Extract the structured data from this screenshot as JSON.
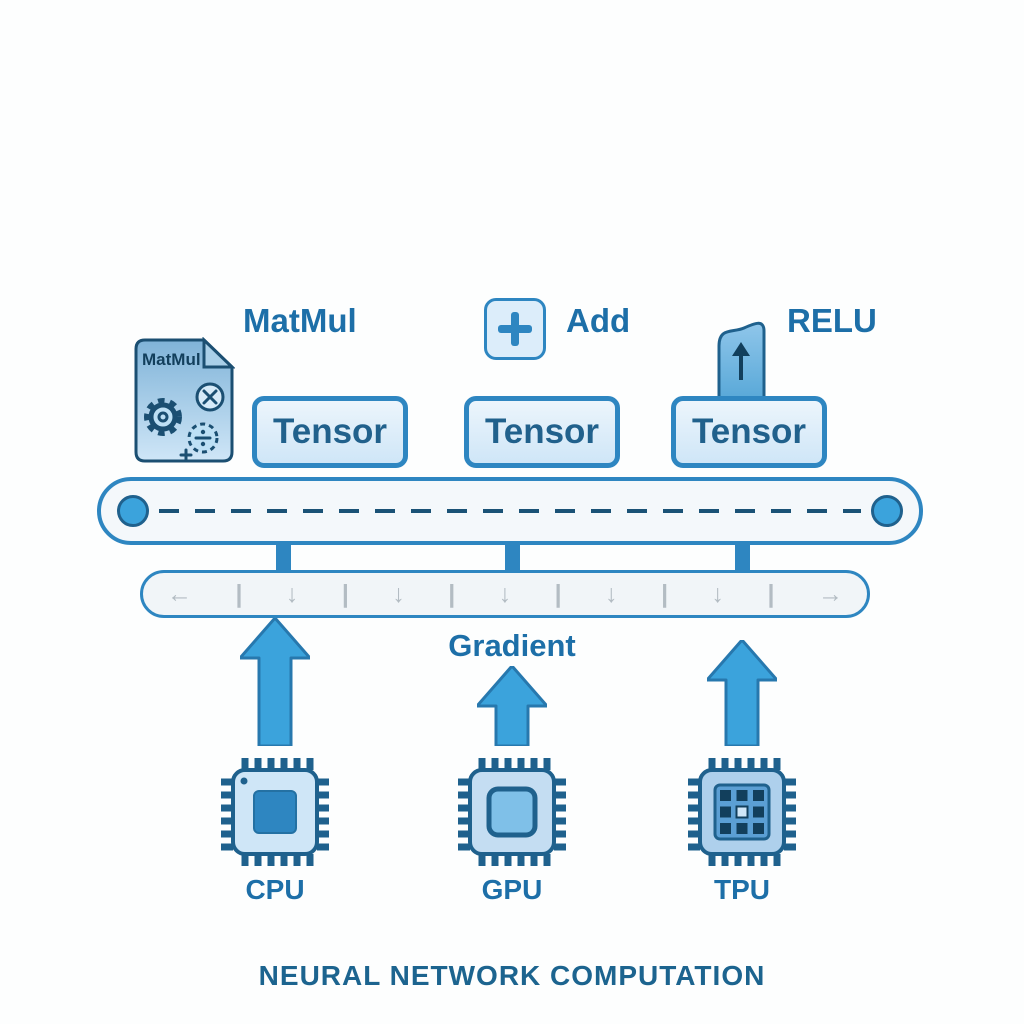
{
  "title": "NEURAL NETWORK COMPUTATION",
  "operations": {
    "matmul_label": "MatMul",
    "matmul_icon_text": "MatMul",
    "add_label": "Add",
    "relu_label": "RELU"
  },
  "tensor_labels": [
    "Tensor",
    "Tensor",
    "Tensor"
  ],
  "gradient_label": "Gradient",
  "track_symbols": [
    "←",
    "|",
    "↓",
    "|",
    "↓",
    "|",
    "↓",
    "|",
    "↓",
    "|",
    "↓",
    "|",
    "→"
  ],
  "processors": {
    "cpu": "CPU",
    "gpu": "GPU",
    "tpu": "TPU"
  },
  "colors": {
    "text_blue": "#1d6fa8",
    "outline_blue": "#2e86c1",
    "dark_navy": "#1a5276",
    "light_fill": "#d6eaf8",
    "arrow_blue": "#3ba3dc"
  }
}
